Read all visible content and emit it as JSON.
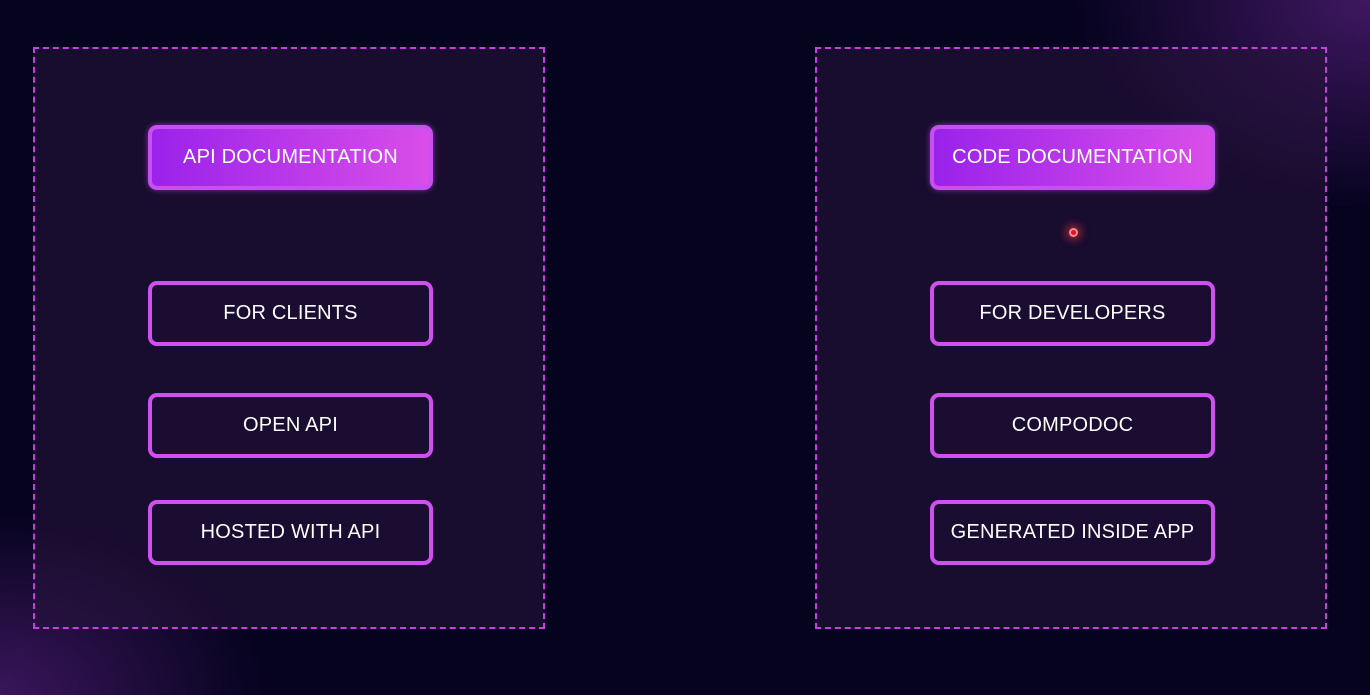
{
  "left_panel": {
    "header": "API DOCUMENTATION",
    "items": [
      "FOR CLIENTS",
      "OPEN API",
      "HOSTED WITH API"
    ]
  },
  "right_panel": {
    "header": "CODE DOCUMENTATION",
    "items": [
      "FOR DEVELOPERS",
      "COMPODOC",
      "GENERATED INSIDE APP"
    ]
  },
  "colors": {
    "background": "#06031f",
    "accent": "#cf4ff0",
    "header_gradient_start": "#9a22ea",
    "header_gradient_end": "#d94ee9",
    "pointer": "#e0102a"
  },
  "pointer_icon": "laser-pointer-dot"
}
